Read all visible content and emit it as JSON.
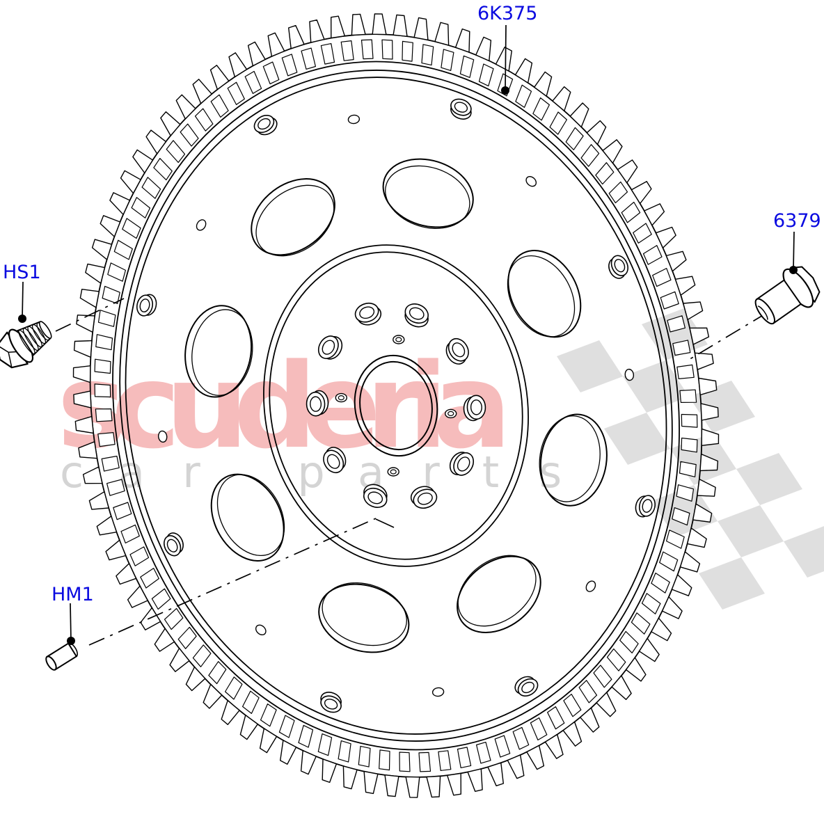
{
  "diagram": {
    "kind": "parts-exploded-diagram",
    "subject": "Flywheel and ring gear with fasteners",
    "label_color": "#0a0ae0",
    "line_color": "#000000",
    "labels": [
      {
        "code": "6K375",
        "part": "ring-gear-flywheel"
      },
      {
        "code": "6379",
        "part": "flywheel-bolt"
      },
      {
        "code": "HS1",
        "part": "hex-flange-screw"
      },
      {
        "code": "HM1",
        "part": "dowel-pin"
      }
    ]
  },
  "watermark": {
    "primary_text": "scuderia",
    "secondary_text": "car parts",
    "primary_color": "#f6bcbc",
    "secondary_color": "#d4d4d4",
    "flag_color": "#d9d9d9"
  }
}
